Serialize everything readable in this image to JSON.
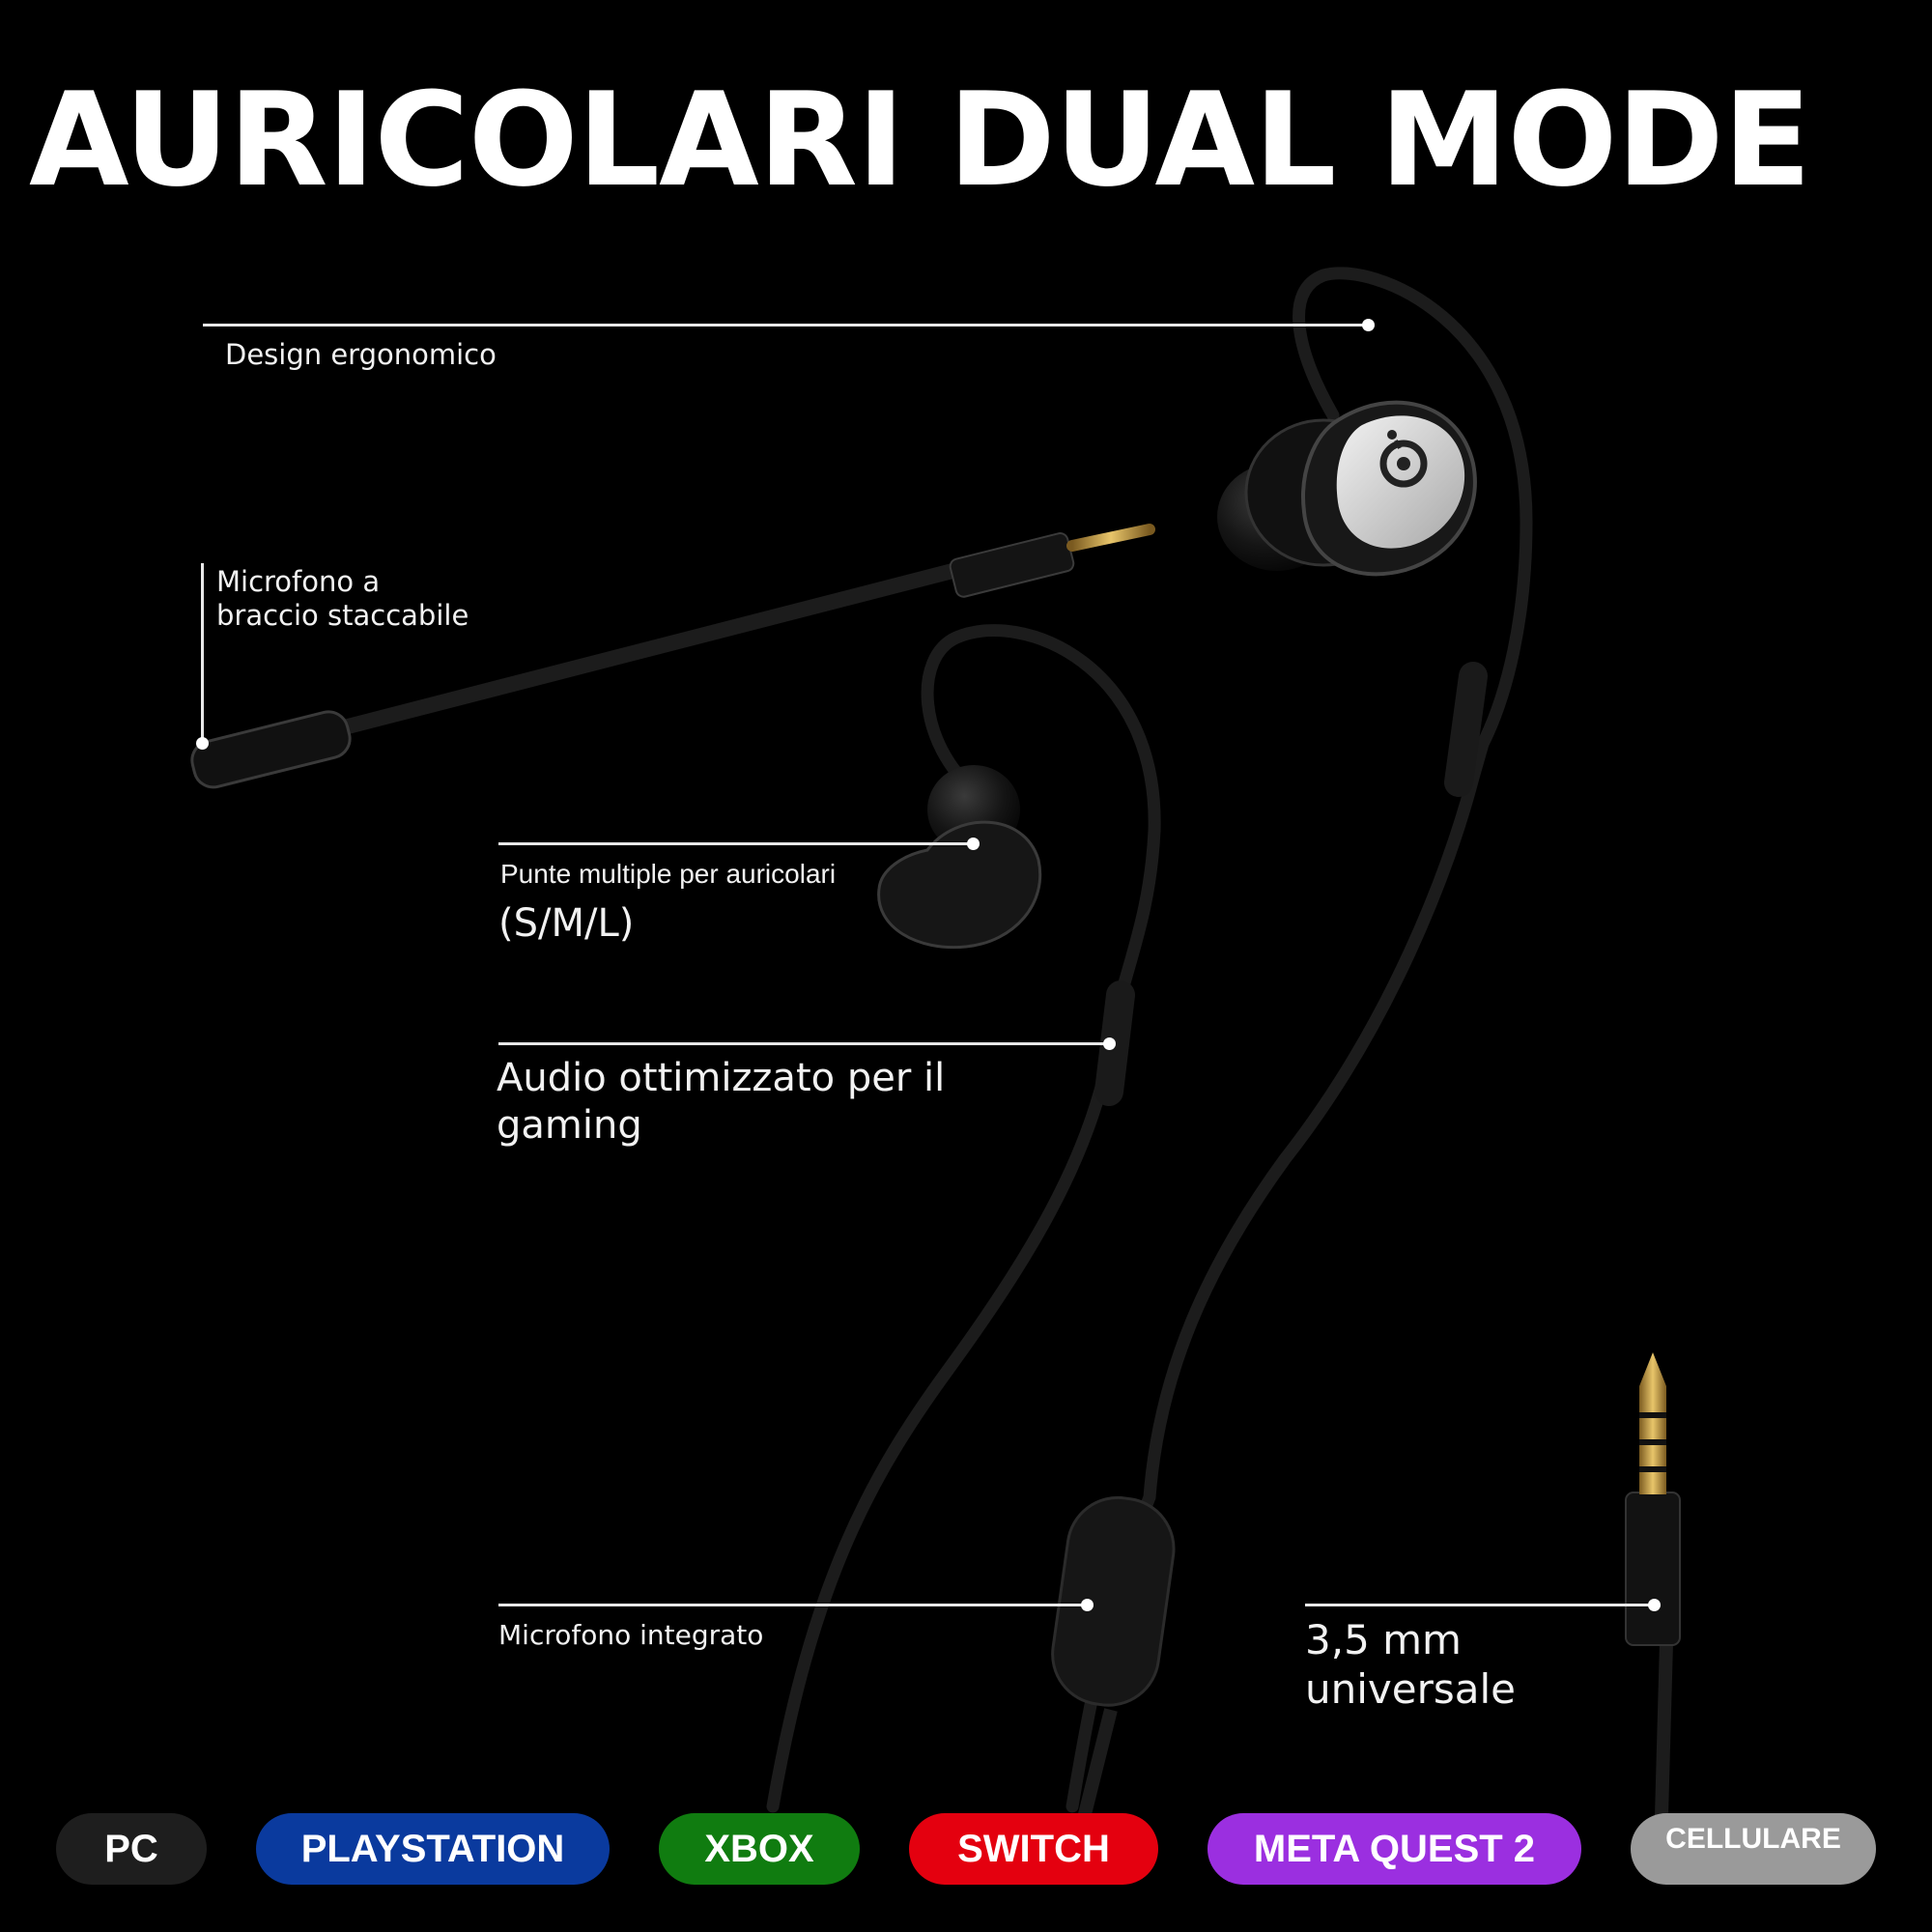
{
  "title": "AURICOLARI DUAL MODE",
  "features": {
    "design": "Design ergonomico",
    "mic_line1": "Microfono a",
    "mic_line2": "braccio staccabile",
    "tips_line1": "Punte multiple per auricolari",
    "tips_line2": "(S/M/L)",
    "audio_line1": "Audio ottimizzato per il",
    "audio_line2": "gaming",
    "inline_mic": "Microfono integrato",
    "jack_line1": "3,5 mm",
    "jack_line2": "universale"
  },
  "platforms": [
    {
      "label": "PC",
      "color": "#1e1e1e"
    },
    {
      "label": "PLAYSTATION",
      "color": "#0a3a9e"
    },
    {
      "label": "XBOX",
      "color": "#107c10"
    },
    {
      "label": "SWITCH",
      "color": "#e4000f"
    },
    {
      "label": "META QUEST 2",
      "color": "#9b2fe0"
    },
    {
      "label": "CELLULARE",
      "color": "#9a9a9a"
    }
  ]
}
